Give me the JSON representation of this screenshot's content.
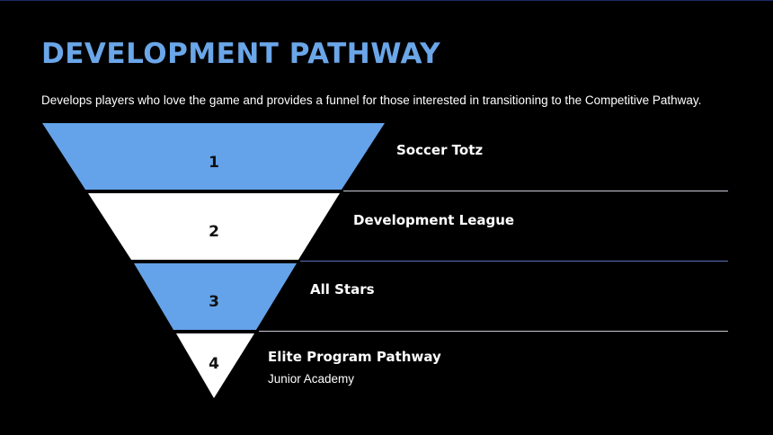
{
  "title": "DEVELOPMENT PATHWAY",
  "subtitle": "Develops players who love the game and provides a funnel for those interested in transitioning to the Competitive Pathway.",
  "colors": {
    "background": "#000000",
    "title": "#6aa6e8",
    "blue_segment": "#64a3ea",
    "white_segment": "#ffffff",
    "divider": "#c8cbd6",
    "divider_blue": "#5b6fb8"
  },
  "stages": [
    {
      "number": "1",
      "label": "Soccer Totz",
      "fill": "#64a3ea"
    },
    {
      "number": "2",
      "label": "Development League",
      "fill": "#ffffff"
    },
    {
      "number": "3",
      "label": "All Stars",
      "fill": "#64a3ea"
    },
    {
      "number": "4",
      "label": "Elite Program Pathway",
      "sublabel": "Junior Academy",
      "fill": "#ffffff"
    }
  ]
}
